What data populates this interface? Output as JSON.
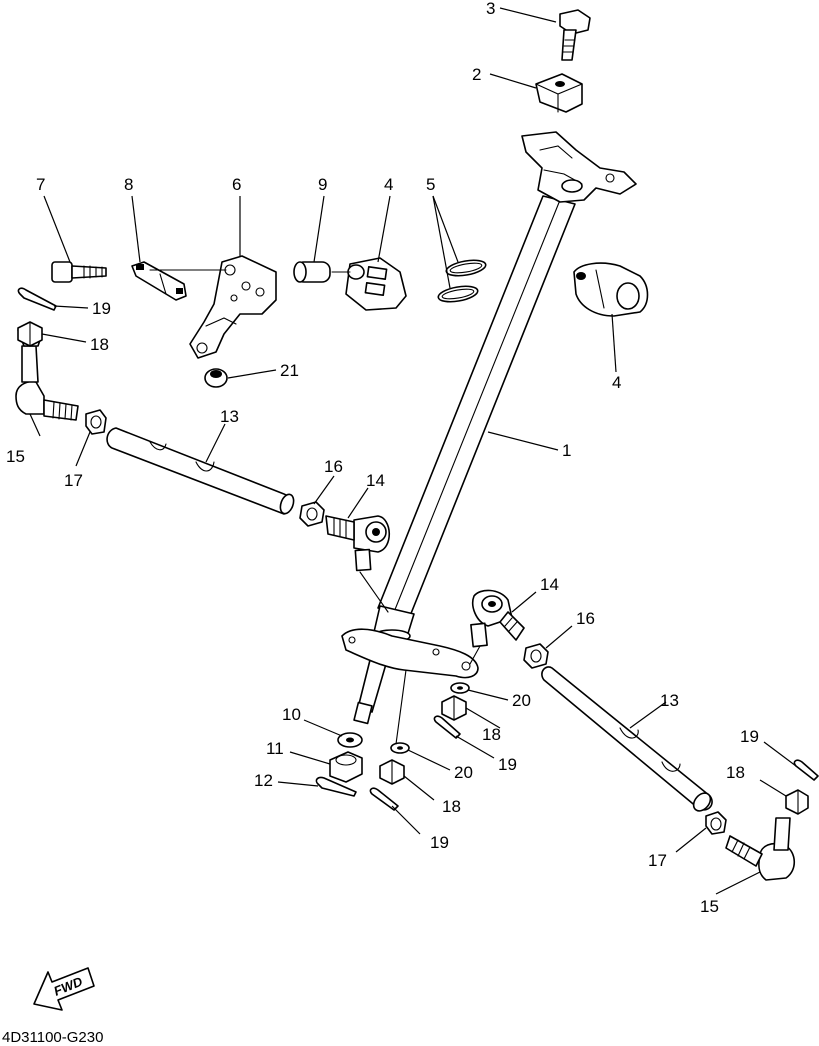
{
  "diagram": {
    "drawing_code": "4D31100-G230",
    "fwd_label": "FWD",
    "callouts": [
      {
        "id": "c1",
        "label": "1"
      },
      {
        "id": "c2",
        "label": "2"
      },
      {
        "id": "c3",
        "label": "3"
      },
      {
        "id": "c4a",
        "label": "4"
      },
      {
        "id": "c4b",
        "label": "4"
      },
      {
        "id": "c5",
        "label": "5"
      },
      {
        "id": "c6",
        "label": "6"
      },
      {
        "id": "c7",
        "label": "7"
      },
      {
        "id": "c8",
        "label": "8"
      },
      {
        "id": "c9",
        "label": "9"
      },
      {
        "id": "c10",
        "label": "10"
      },
      {
        "id": "c11",
        "label": "11"
      },
      {
        "id": "c12",
        "label": "12"
      },
      {
        "id": "c13a",
        "label": "13"
      },
      {
        "id": "c13b",
        "label": "13"
      },
      {
        "id": "c14a",
        "label": "14"
      },
      {
        "id": "c14b",
        "label": "14"
      },
      {
        "id": "c15a",
        "label": "15"
      },
      {
        "id": "c15b",
        "label": "15"
      },
      {
        "id": "c16a",
        "label": "16"
      },
      {
        "id": "c16b",
        "label": "16"
      },
      {
        "id": "c17a",
        "label": "17"
      },
      {
        "id": "c17b",
        "label": "17"
      },
      {
        "id": "c18a",
        "label": "18"
      },
      {
        "id": "c18b",
        "label": "18"
      },
      {
        "id": "c18c",
        "label": "18"
      },
      {
        "id": "c18d",
        "label": "18"
      },
      {
        "id": "c19a",
        "label": "19"
      },
      {
        "id": "c19b",
        "label": "19"
      },
      {
        "id": "c19c",
        "label": "19"
      },
      {
        "id": "c19d",
        "label": "19"
      },
      {
        "id": "c20a",
        "label": "20"
      },
      {
        "id": "c20b",
        "label": "20"
      },
      {
        "id": "c21",
        "label": "21"
      }
    ]
  }
}
